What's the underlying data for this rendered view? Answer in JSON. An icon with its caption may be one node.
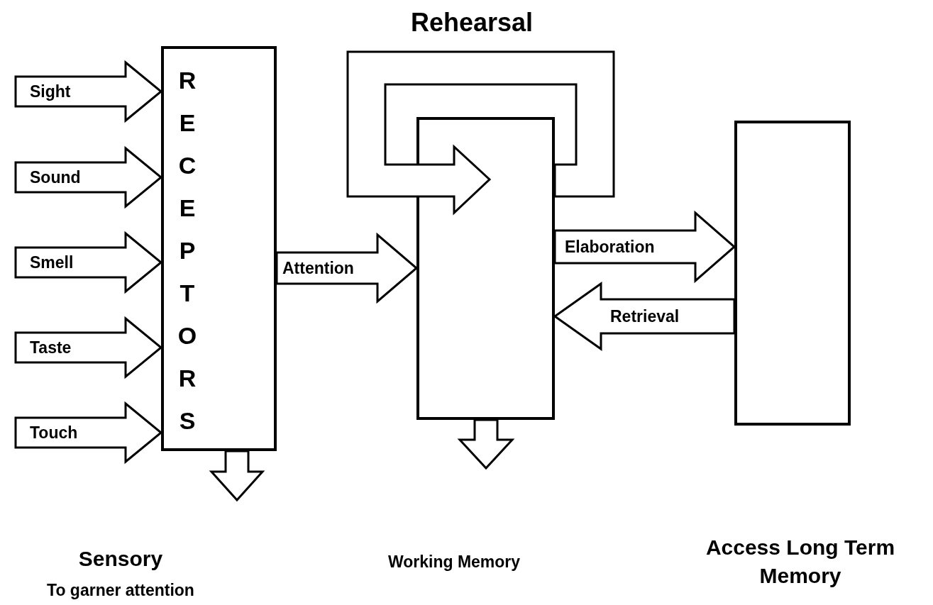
{
  "diagram": {
    "nodes": [
      {
        "text": [
          "RECEPTORS"
        ]
      },
      {
        "text": [],
        "shape": "box"
      },
      {
        "text": [],
        "shape": "box"
      }
    ],
    "edges": [
      {
        "from": null,
        "to": 0,
        "arrow": "to",
        "label": "Sight"
      },
      {
        "from": null,
        "to": 0,
        "arrow": "to",
        "label": "Sound"
      },
      {
        "from": null,
        "to": 0,
        "arrow": "to",
        "label": "Smell"
      },
      {
        "from": null,
        "to": 0,
        "arrow": "to",
        "label": "Taste"
      },
      {
        "from": null,
        "to": 0,
        "arrow": "to",
        "label": "Touch"
      },
      {
        "from": 0,
        "to": 1,
        "arrow": "to",
        "label": "Attention"
      },
      {
        "from": 1,
        "to": 1,
        "arrow": "to",
        "label": "Rehearsal"
      },
      {
        "from": 1,
        "to": 2,
        "arrow": "to",
        "label": "Elaboration"
      },
      {
        "from": 2,
        "to": 1,
        "arrow": "to",
        "label": "Retrieval"
      },
      {
        "from": 0,
        "to": null,
        "arrow": "to"
      },
      {
        "from": 1,
        "to": null,
        "arrow": "to"
      }
    ],
    "labels": [
      "Sensory",
      "To garner attention",
      "Working Memory",
      "Access Long Term Memory"
    ]
  }
}
